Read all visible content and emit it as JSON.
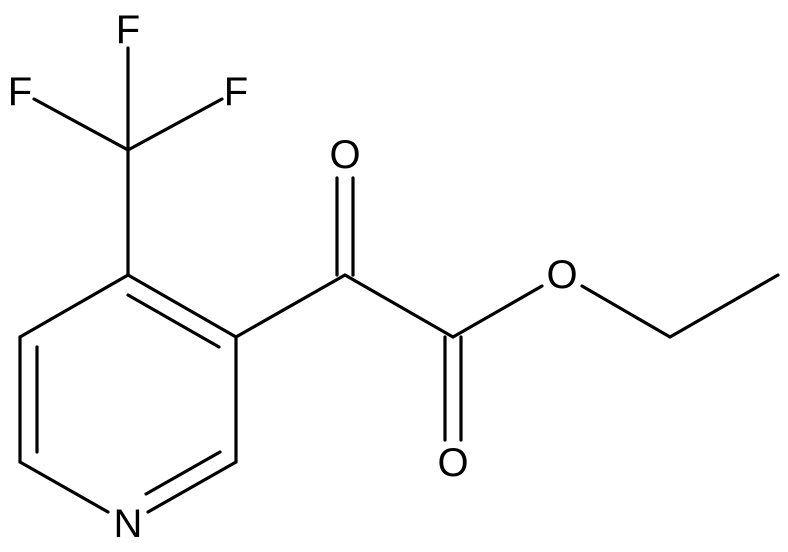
{
  "molecule": {
    "atoms": {
      "f_top": "F",
      "f_left": "F",
      "f_right": "F",
      "o_ketone": "O",
      "o_ester": "O",
      "o_carbonyl": "O",
      "n_ring": "N"
    }
  },
  "colors": {
    "background": "#ffffff",
    "bond": "#000000",
    "label": "#000000"
  }
}
